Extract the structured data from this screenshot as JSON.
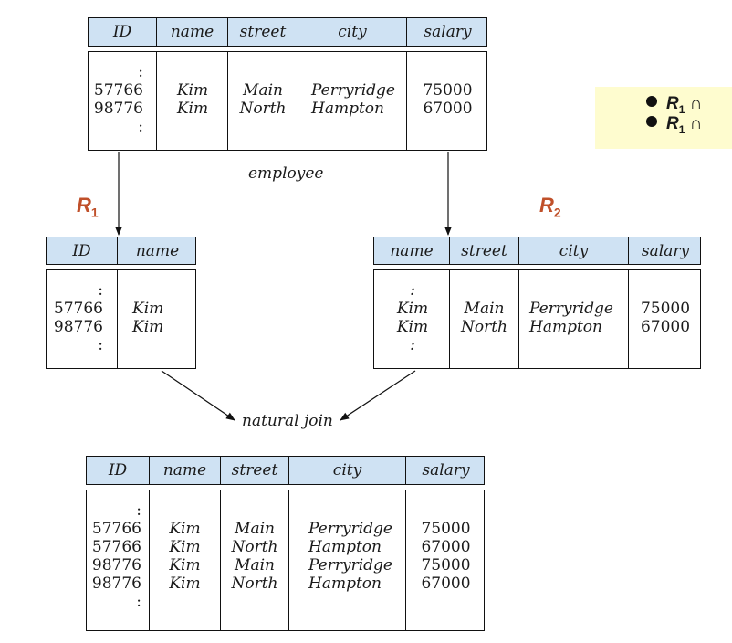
{
  "employee": {
    "caption": "employee",
    "columns": [
      "ID",
      "name",
      "street",
      "city",
      "salary"
    ],
    "cells": {
      "id": ":\n57766\n98776\n:",
      "name": "\nKim\nKim",
      "street": "\nMain\nNorth",
      "city": "\nPerryridge\nHampton",
      "salary": "\n75000\n67000"
    }
  },
  "r1": {
    "label": "R",
    "sub": "1",
    "columns": [
      "ID",
      "name"
    ],
    "cells": {
      "id": ":\n57766\n98776\n:",
      "name": "\nKim\nKim"
    }
  },
  "r2": {
    "label": "R",
    "sub": "2",
    "columns": [
      "name",
      "street",
      "city",
      "salary"
    ],
    "cells": {
      "name": ":\nKim\nKim\n:",
      "street": "\nMain\nNorth",
      "city": "\nPerryridge\nHampton",
      "salary": "\n75000\n67000"
    }
  },
  "join": {
    "caption": "natural join",
    "columns": [
      "ID",
      "name",
      "street",
      "city",
      "salary"
    ],
    "cells": {
      "id": ":\n57766\n57766\n98776\n98776\n:",
      "name": "\nKim\nKim\nKim\nKim",
      "street": "\nMain\nNorth\nMain\nNorth",
      "city": "\nPerryridge\nHampton\nPerryridge\nHampton",
      "salary": "\n75000\n67000\n75000\n67000"
    }
  },
  "bullets": [
    {
      "r": "R",
      "sub": "1",
      "op": "∩"
    },
    {
      "r": "R",
      "sub": "1",
      "op": "∩"
    }
  ],
  "colors": {
    "header_fill": "#cfe2f3",
    "label_color": "#c0502a",
    "bullet_box_fill": "#fefccf"
  }
}
